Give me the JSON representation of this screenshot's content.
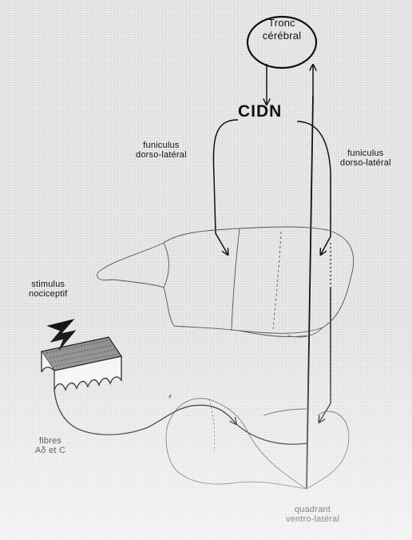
{
  "labels": {
    "tronc_line1": "Tronc",
    "tronc_line2": "cérébral",
    "cidn": "CIDN",
    "funiculus_left_line1": "funiculus",
    "funiculus_left_line2": "dorso-latéral",
    "funiculus_right_line1": "funiculus",
    "funiculus_right_line2": "dorso-latéral",
    "stimulus_line1": "stimulus",
    "stimulus_line2": "nociceptif",
    "fibres_line1": "fibres",
    "fibres_line2": "Aδ  et C",
    "quadrant_line1": "quadrant",
    "quadrant_line2": "ventro-latéral"
  }
}
